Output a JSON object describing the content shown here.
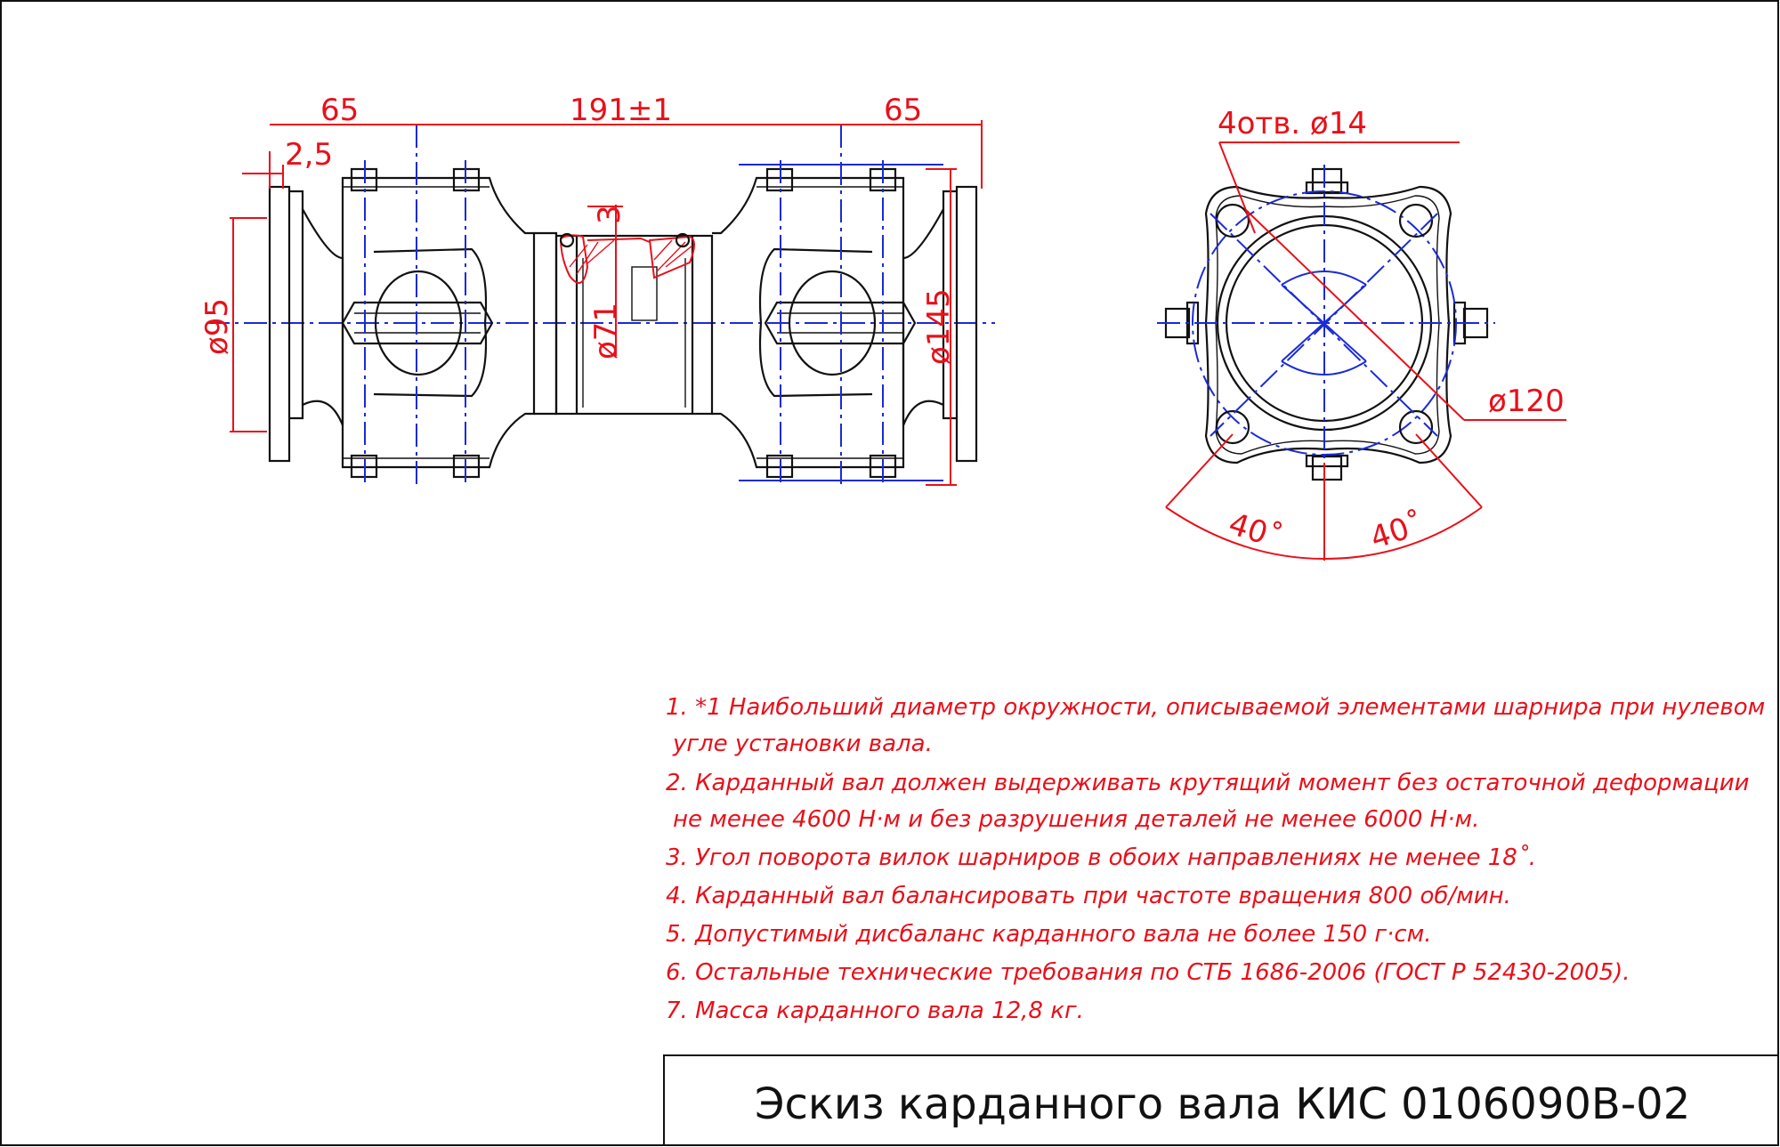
{
  "drawing": {
    "dims": {
      "len_left": "65",
      "len_center": "191±1",
      "len_right": "65",
      "offset": "2,5",
      "dia_flange": "ø95",
      "dia_pipe": "ø71",
      "dia_swing": "ø145",
      "swing_mark": "3",
      "holes": "4отв. ø14",
      "dia_bolt_circle": "ø120",
      "angle_left": "40˚",
      "angle_right": "40˚"
    },
    "notes": [
      "1. *1  Наибольший диаметр окружности, описываемой элементами шарнира при нулевом",
      "угле установки вала.",
      "2. Карданный вал должен выдерживать крутящий момент без остаточной деформации",
      "не менее 4600 Н·м и без разрушения деталей не менее 6000 Н·м.",
      "3. Угол поворота вилок шарниров в обоих направлениях не менее 18˚.",
      "4. Карданный вал балансировать при частоте вращения 800 об/мин.",
      "5. Допустимый дисбаланс карданного вала не более 150 г·см.",
      "6. Остальные технические требования по СТБ 1686-2006 (ГОСТ Р 52430-2005).",
      "7. Масса карданного вала 12,8 кг."
    ],
    "title": "Эскиз карданного вала КИС 0106090В-02"
  },
  "colors": {
    "dimension": "#e8101a",
    "centerline": "#1a2bd6",
    "outline": "#111111"
  }
}
